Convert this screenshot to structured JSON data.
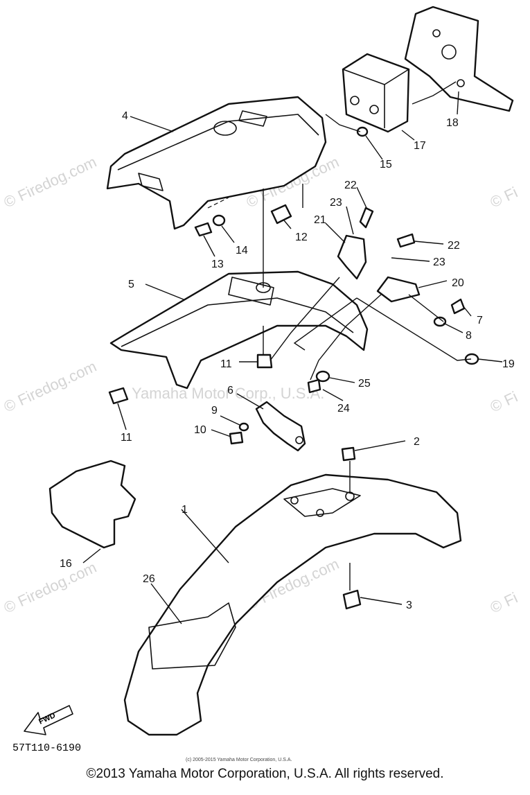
{
  "copyright": "©2013 Yamaha Motor Corporation, U.S.A. All rights reserved.",
  "small_copyright": "(c) 2005-2015 Yamaha Motor Corporation, U.S.A.",
  "diagram_code": "57T110-6190",
  "watermark_site": "© Firedog.com",
  "watermark_short": "© Fi",
  "watermark_center": "Yamaha Motor Corp., U.S.A.",
  "fwd_label": "FWD",
  "callouts": [
    "1",
    "2",
    "3",
    "4",
    "5",
    "6",
    "7",
    "8",
    "9",
    "10",
    "11",
    "11",
    "12",
    "13",
    "14",
    "15",
    "16",
    "17",
    "18",
    "19",
    "20",
    "21",
    "22",
    "22",
    "23",
    "23",
    "24",
    "25",
    "26"
  ]
}
